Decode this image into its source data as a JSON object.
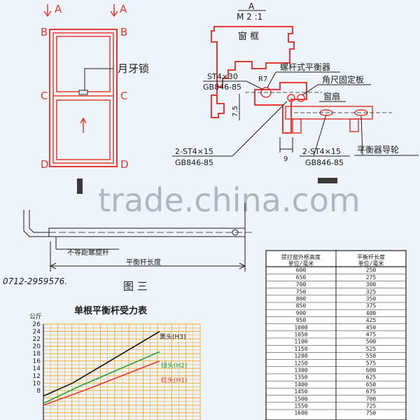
{
  "fig1": {
    "arrow_label_left": "A",
    "arrow_label_right": "A",
    "row_labels": [
      "B",
      "B",
      "C",
      "C",
      "D",
      "D"
    ],
    "lock_label": "月牙锁"
  },
  "fig2": {
    "section_label": "A",
    "scale_label": "M 2 :1",
    "frame_label": "窗 框",
    "screw1_label": "ST4×30",
    "screw1_std": "GB846-85",
    "r_label": "R7",
    "balancer_label": "螺杆式平衡器",
    "plate_label": "角尺固定板",
    "sash_label": "窗扇",
    "dim_v": "7.5",
    "dim_h": "9",
    "screw2_label": "2-ST4×15",
    "screw2_std": "GB846-85",
    "screw3_label": "2-ST4×15",
    "screw3_std": "GB846-85",
    "guide_label": "平衡器导轮"
  },
  "fig3": {
    "rod_label": "不等距螺旋杆",
    "length_label": "平衡杆长度",
    "phone": "0712-2959576.",
    "caption": "图 三"
  },
  "watermark": "trade.china.com",
  "force_chart": {
    "title": "单根平衡杆受力表",
    "unit": "公斤",
    "line_labels": [
      "黑头(H3)",
      "绿头(H2)",
      "红头(H1)"
    ]
  },
  "length_table": {
    "headers": [
      [
        "提拉窗外框高度",
        "单位/毫米"
      ],
      [
        "平衡杆长度",
        "单位/毫米"
      ]
    ],
    "rows": [
      [
        "600",
        "250"
      ],
      [
        "650",
        "275"
      ],
      [
        "700",
        "300"
      ],
      [
        "750",
        "325"
      ],
      [
        "800",
        "350"
      ],
      [
        "850",
        "375"
      ],
      [
        "900",
        "400"
      ],
      [
        "950",
        "425"
      ],
      [
        "1000",
        "450"
      ],
      [
        "1050",
        "475"
      ],
      [
        "1100",
        "500"
      ],
      [
        "1150",
        "525"
      ],
      [
        "1200",
        "550"
      ],
      [
        "1250",
        "575"
      ],
      [
        "1300",
        "600"
      ],
      [
        "1350",
        "625"
      ],
      [
        "1400",
        "650"
      ],
      [
        "1450",
        "675"
      ],
      [
        "1500",
        "700"
      ],
      [
        "1550",
        "725"
      ],
      [
        "1600",
        "750"
      ]
    ]
  },
  "chart_data": {
    "type": "line",
    "title": "单根平衡杆受力表",
    "ylabel": "公斤",
    "ylim": [
      0,
      26
    ],
    "yticks": [
      8,
      10,
      12,
      14,
      16,
      18,
      20,
      22,
      24,
      26
    ],
    "grid": true,
    "legend": "inline-right",
    "series": [
      {
        "name": "黑头(H3)",
        "color": "#111111",
        "points": [
          [
            0,
            6.5
          ],
          [
            0.25,
            10
          ],
          [
            1.0,
            24
          ]
        ]
      },
      {
        "name": "绿头(H2)",
        "color": "#1fa23a",
        "points": [
          [
            0,
            4.5
          ],
          [
            0.3,
            9
          ],
          [
            1.0,
            18.5
          ]
        ]
      },
      {
        "name": "红头(H1)",
        "color": "#e8392f",
        "points": [
          [
            0,
            4
          ],
          [
            0.35,
            8
          ],
          [
            1.0,
            16
          ]
        ]
      }
    ]
  },
  "colors": {
    "accent": "#e8392f",
    "background": "#eef4fb",
    "green": "#1fa23a"
  }
}
